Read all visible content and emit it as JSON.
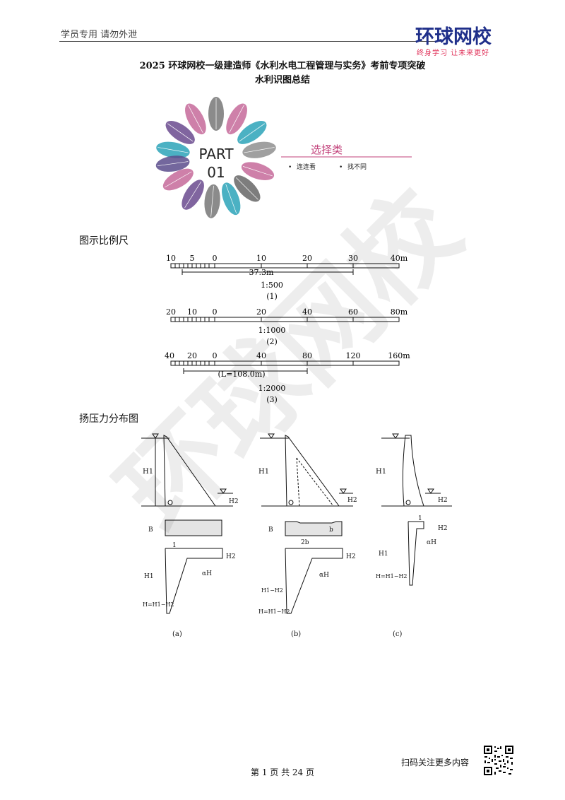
{
  "header": {
    "left_text": "学员专用 请勿外泄",
    "logo_main": "环球网校",
    "logo_sub": "终身学习 让未来更好"
  },
  "title": {
    "line1": "2025 环球网校一级建造师《水利水电工程管理与实务》考前专项突破",
    "line2": "水利识图总结"
  },
  "part_banner": {
    "part_label": "PART",
    "part_number": "01",
    "category": "选择类",
    "bullets": [
      "连连看",
      "找不同"
    ],
    "accent_color": "#c2407a"
  },
  "section1": {
    "heading": "图示比例尺"
  },
  "scales": [
    {
      "ticks": [
        "10",
        "5",
        "0",
        "10",
        "20",
        "30",
        "40m"
      ],
      "measure_label": "37.3m",
      "ratio": "1:500",
      "caption": "(1)"
    },
    {
      "ticks": [
        "20",
        "10",
        "0",
        "20",
        "40",
        "60",
        "80m"
      ],
      "measure_label": "",
      "ratio": "1:1000",
      "caption": "(2)"
    },
    {
      "ticks": [
        "40",
        "20",
        "0",
        "40",
        "80",
        "120",
        "160m"
      ],
      "measure_label": "(L=108.0m)",
      "ratio": "1:2000",
      "caption": "(3)"
    }
  ],
  "section2": {
    "heading": "扬压力分布图"
  },
  "uplift": {
    "captions": [
      "(a)",
      "(b)",
      "(c)"
    ],
    "labels": {
      "h1": "H1",
      "h2": "H2",
      "b": "B",
      "b_small": "b",
      "two_b": "2b",
      "alpha_h": "αH",
      "h_formula": "H=H1−H2",
      "h1_minus_h2": "H1−H2",
      "mark_1": "1"
    }
  },
  "footer": {
    "page_text": "第 1 页 共 24 页",
    "scan_text": "扫码关注更多内容"
  },
  "watermark": {
    "text": "环球网校"
  }
}
